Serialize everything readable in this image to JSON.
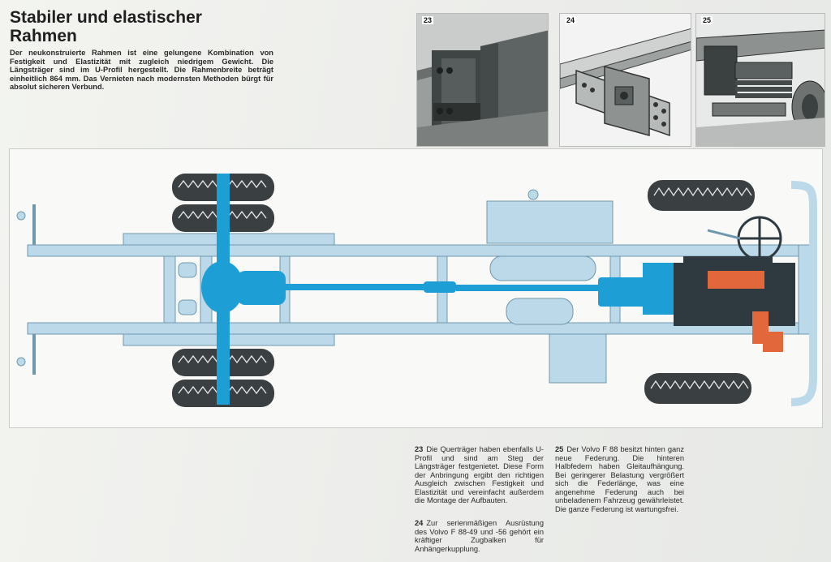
{
  "heading": {
    "line1": "Stabiler und elastischer",
    "line2": "Rahmen"
  },
  "intro": "Der neukonstruierte Rahmen ist eine gelungene Kombination von Festigkeit und Elastizität mit zugleich niedrigem Gewicht. Die Längsträger sind im U-Profil hergestellt. Die Rahmenbreite beträgt einheitlich 864 mm. Das Vernieten nach modernsten Methoden bürgt für absolut sicheren Verbund.",
  "photos": [
    {
      "number": "23"
    },
    {
      "number": "24"
    },
    {
      "number": "25"
    }
  ],
  "captions": [
    {
      "number": "23",
      "text": "Die Querträger haben ebenfalls U-Profil und sind am Steg der Längsträger festgenietet. Diese Form der Anbringung ergibt den richtigen Ausgleich zwischen Festigkeit und Elastizität und vereinfacht außerdem die Montage der Aufbauten."
    },
    {
      "number": "24",
      "text": "Zur serienmäßigen Ausrüstung des Volvo F 88-49 und -56 gehört ein kräftiger Zugbalken für Anhängerkupplung."
    },
    {
      "number": "25",
      "text": "Der Volvo F 88 besitzt hinten ganz neue Federung. Die hinteren Halbfedern haben Gleitaufhängung. Bei geringerer Belastung vergrößert sich die Federlänge, was eine angenehme Federung auch bei unbeladenem Fahrzeug gewährleistet. Die ganze Federung ist wartungsfrei."
    }
  ],
  "colors": {
    "frame": "#bcd9ea",
    "drivetrain": "#1d9fd6",
    "engine": "#2f3a40",
    "accent": "#e2673a",
    "tire": "#3a3f42"
  }
}
